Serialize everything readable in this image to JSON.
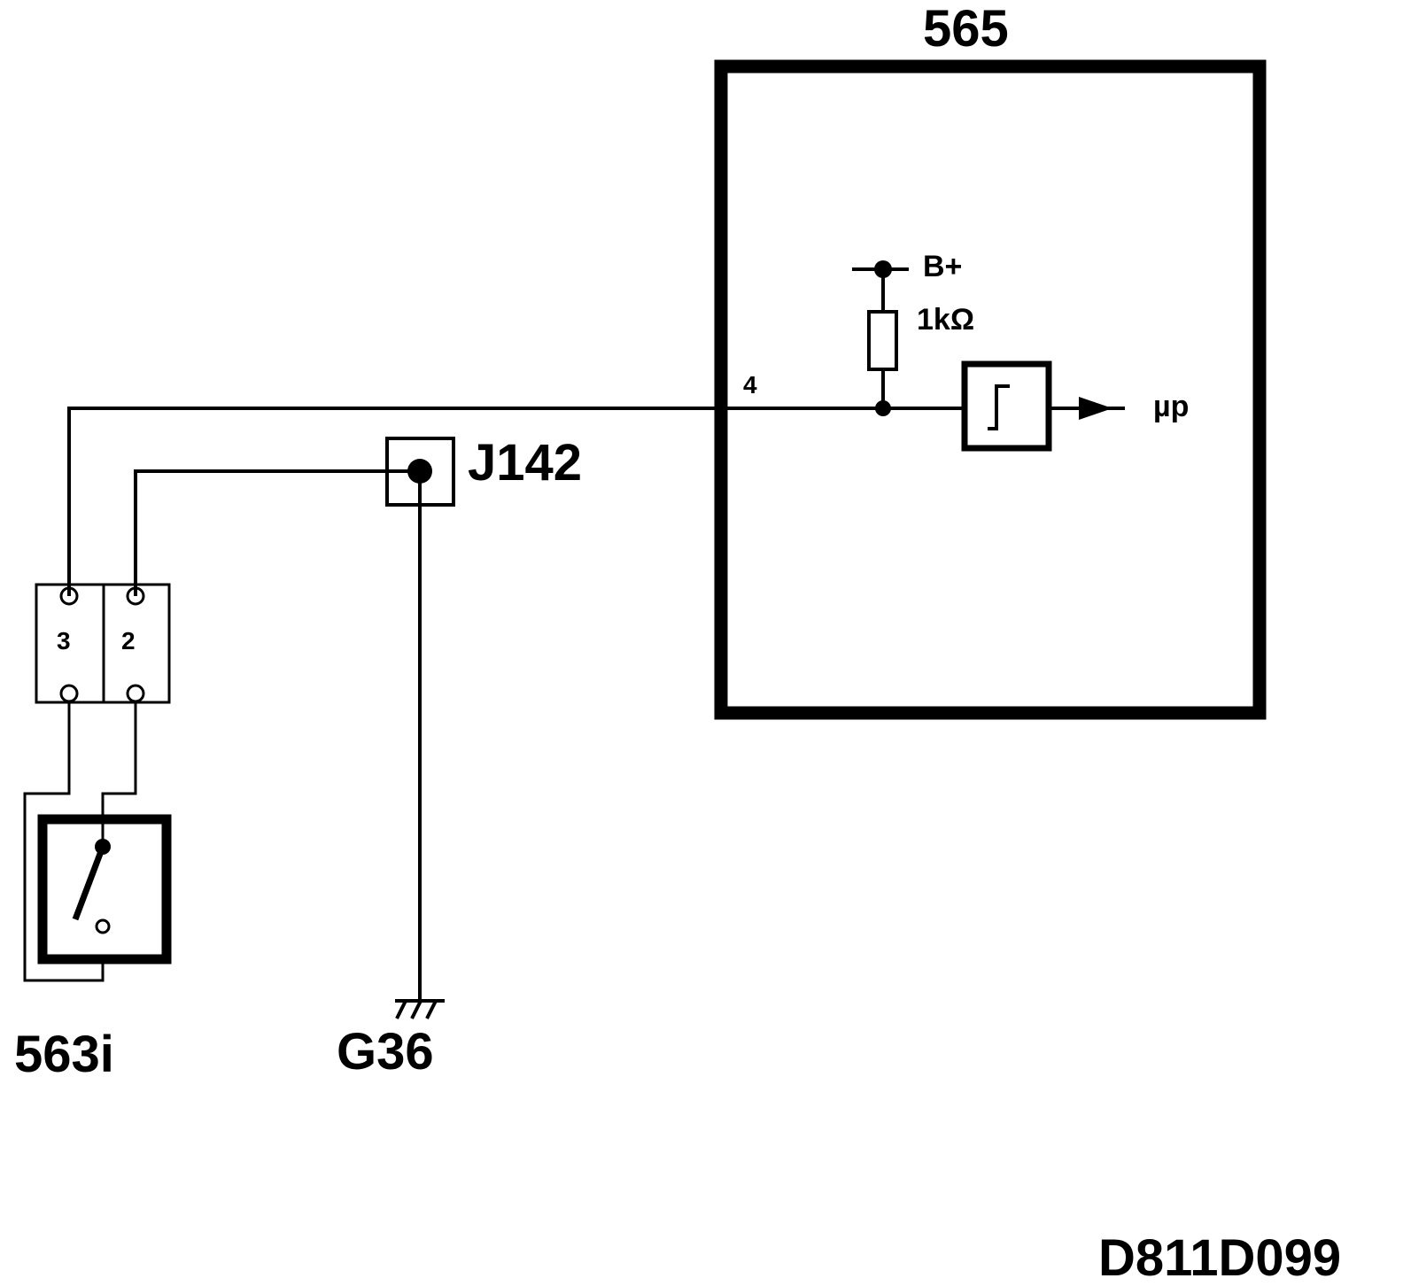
{
  "module_label": "565",
  "supply_label": "B+",
  "resistor_label": "1kΩ",
  "pin_label": "4",
  "output_label": "µp",
  "jack_label": "J142",
  "connector": {
    "pin_left": "3",
    "pin_right": "2"
  },
  "switch_label": "563i",
  "ground_label": "G36",
  "drawing_number": "D811D099"
}
